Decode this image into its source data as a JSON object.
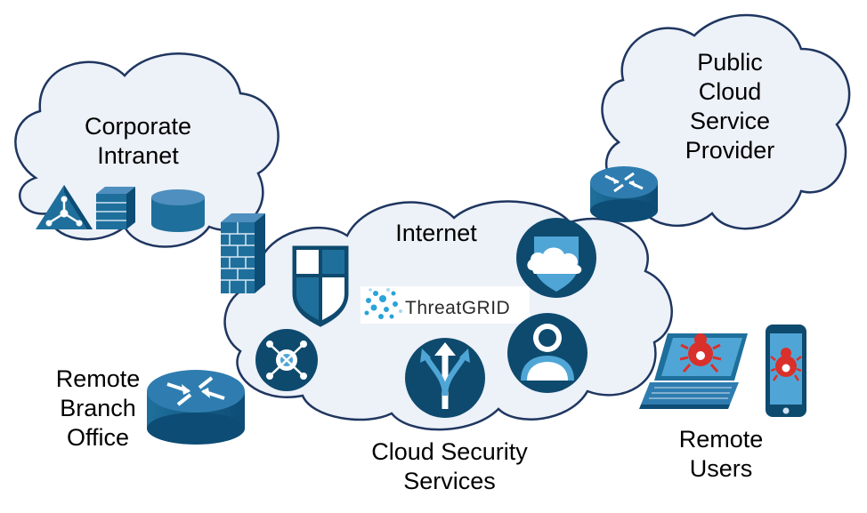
{
  "labels": {
    "corporate": "Corporate\nIntranet",
    "public_cloud": "Public\nCloud\nService\nProvider",
    "internet": "Internet",
    "branch": "Remote\nBranch\nOffice",
    "cloud_security": "Cloud Security\nServices",
    "remote_users": "Remote\nUsers"
  },
  "logo": {
    "threatgrid": "ThreatGRID"
  },
  "colors": {
    "cloud_fill": "#edf1f8",
    "cloud_stroke": "#1f3660",
    "icon_dark": "#0e4a6e",
    "icon_mid": "#1f6f9c",
    "icon_light": "#4fa6d6",
    "malware_red": "#d9302c"
  },
  "icons": [
    "hub-icon",
    "server-stack-icon",
    "database-icon",
    "firewall-icon",
    "shield-icon",
    "threatgrid-logo",
    "cloud-shield-icon",
    "umbrella-icon",
    "split-arrow-icon",
    "user-group-icon",
    "router-icon",
    "laptop-malware-icon",
    "phone-malware-icon"
  ]
}
